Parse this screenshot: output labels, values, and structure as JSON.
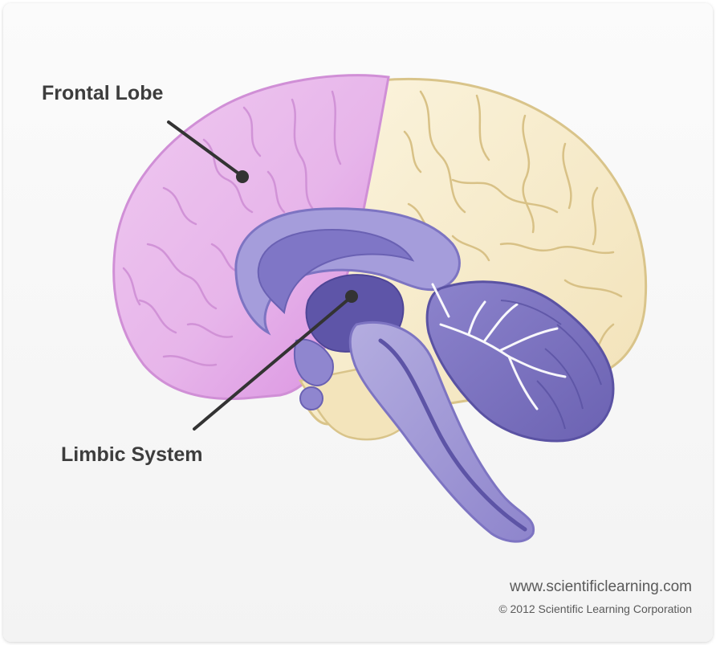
{
  "labels": {
    "frontal_lobe": "Frontal Lobe",
    "limbic_system": "Limbic System"
  },
  "credits": {
    "url": "www.scientificlearning.com",
    "copyright": "© 2012 Scientific Learning Corporation"
  },
  "colors": {
    "frontal_lobe": "#e7b6ea",
    "cortex": "#f6ecce",
    "limbic": "#8f86cf",
    "brainstem": "#a79fd8",
    "cerebellum": "#7d74c2",
    "leader_line": "#333333"
  }
}
